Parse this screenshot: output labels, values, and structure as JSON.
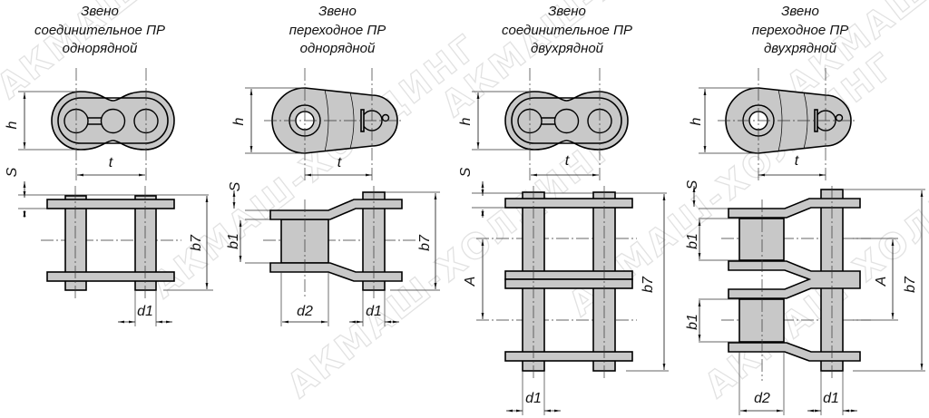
{
  "watermark": "АКМАШ-ХОЛДИНГ",
  "colors": {
    "part_fill": "#c8c8c8",
    "outline": "#000000",
    "dim_line": "#333333",
    "watermark": "#e2e2e2"
  },
  "panels": [
    {
      "title": [
        "Звено",
        "соединительное ПР",
        "однорядной"
      ],
      "labels": {
        "h": "h",
        "t": "t",
        "s": "S",
        "b7": "b7",
        "d1": "d1"
      }
    },
    {
      "title": [
        "Звено",
        "переходное ПР",
        "однорядной"
      ],
      "labels": {
        "h": "h",
        "t": "t",
        "s": "S",
        "b1": "b1",
        "b7": "b7",
        "d2": "d2",
        "d1": "d1"
      }
    },
    {
      "title": [
        "Звено",
        "соединительное ПР",
        "двухрядной"
      ],
      "labels": {
        "h": "h",
        "t": "t",
        "s": "S",
        "a": "A",
        "b7": "b7",
        "d1": "d1"
      }
    },
    {
      "title": [
        "Звено",
        "переходное ПР",
        "двухрядной"
      ],
      "labels": {
        "h": "h",
        "t": "t",
        "s": "S",
        "b1a": "b1",
        "b1b": "b1",
        "a": "A",
        "b7": "b7",
        "d2": "d2",
        "d1": "d1"
      }
    }
  ]
}
